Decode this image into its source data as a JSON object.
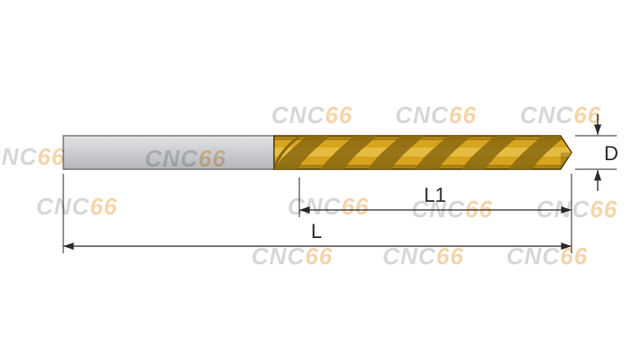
{
  "diagram": {
    "labels": {
      "diameter": "D",
      "flute_length": "L1",
      "overall_length": "L"
    },
    "watermark": {
      "prefix": "CNC",
      "suffix": "66"
    },
    "colors": {
      "shank-light": "#e3e4e6",
      "shank-dark": "#b4b6b9",
      "shank-stroke": "#6a6a6a",
      "gold": "#d7a41d",
      "gold-dark": "#8a6a10",
      "gold-light": "#f0cf60",
      "outline": "#564408",
      "dim": "#2b2b2b",
      "wm-gray": "#9aa0a4",
      "wm-orange": "#e59a35"
    }
  }
}
